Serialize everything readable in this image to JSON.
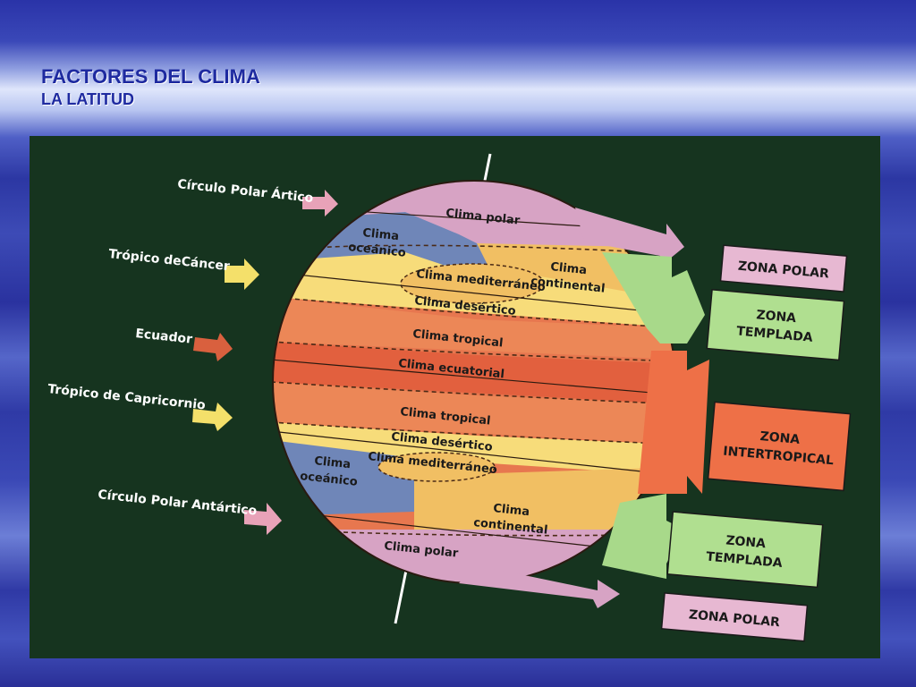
{
  "slide": {
    "title": "FACTORES DEL CLIMA",
    "subtitle": "LA LATITUD"
  },
  "diagram": {
    "left_labels": {
      "circulo_polar_artico": "Círculo Polar Ártico",
      "tropico_cancer": "Trópico deCáncer",
      "ecuador": "Ecuador",
      "tropico_capricornio": "Trópico de Capricornio",
      "circulo_polar_antartico": "Círculo Polar Antártico"
    },
    "climates": {
      "polar_n": "Clima polar",
      "oceanico_n_1": "Clima",
      "oceanico_n_2": "oceánico",
      "mediterraneo_n": "Clima mediterráneo",
      "continental_n_1": "Clima",
      "continental_n_2": "continental",
      "desertico_n": "Clima desértico",
      "tropical_n": "Clima tropical",
      "ecuatorial": "Clima ecuatorial",
      "tropical_s": "Clima tropical",
      "desertico_s": "Clima desértico",
      "mediterraneo_s": "Clima mediterráneo",
      "oceanico_s_1": "Clima",
      "oceanico_s_2": "oceánico",
      "continental_s_1": "Clima",
      "continental_s_2": "continental",
      "polar_s": "Clima polar"
    },
    "zones": {
      "polar_n": "ZONA POLAR",
      "templada_n_1": "ZONA",
      "templada_n_2": "TEMPLADA",
      "intertropical_1": "ZONA",
      "intertropical_2": "INTERTROPICAL",
      "templada_s_1": "ZONA",
      "templada_s_2": "TEMPLADA",
      "polar_s": "ZONA POLAR"
    },
    "colors": {
      "polar": "#d7a3c4",
      "templada": "#a8d98a",
      "intertropical": "#ee7047",
      "oceanico": "#6f86b8",
      "desertico": "#f7dc7a",
      "continental": "#f1bf63",
      "tropical": "#ec8757",
      "ecuatorial": "#e2603e",
      "background": "#16341f"
    }
  }
}
